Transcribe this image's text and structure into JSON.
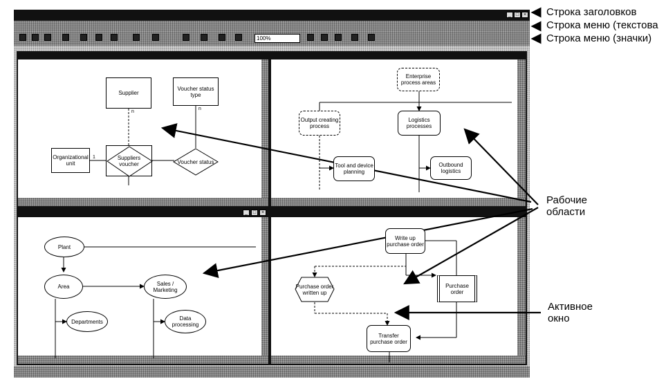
{
  "annotations": {
    "title_bar": "Строка заголовков",
    "menu_text": "Строка меню (текстова",
    "menu_icons": "Строка меню (значки)",
    "work_areas": [
      "Рабочие",
      "области"
    ],
    "active_window": [
      "Активное",
      "окно"
    ]
  },
  "toolbar": {
    "zoom": "100%"
  },
  "window_top_left": {
    "nodes": {
      "supplier": "Supplier",
      "voucher_status_type": "Voucher status type",
      "organizational_unit": "Organizational unit",
      "suppliers_voucher": "Suppliers voucher",
      "voucher_status": "Voucher status"
    },
    "cardinalities": {
      "n1": "n",
      "n2": "n",
      "one": "1"
    }
  },
  "window_top_right": {
    "nodes": {
      "enterprise_process_areas": "Enterprise process areas",
      "output_creating_process": "Output creating process",
      "logistics_processes": "Logistics processes",
      "tool_device_planning": "Tool and device planning",
      "outbound_logistics": "Outbound logistics"
    }
  },
  "window_bottom_left": {
    "nodes": {
      "plant": "Plant",
      "area": "Area",
      "sales_marketing": "Sales / Marketing",
      "departments": "Departments",
      "data_processing": "Data processing"
    }
  },
  "window_bottom_right": {
    "nodes": {
      "write_up_purchase_order": "Write up purchase order",
      "purchase_order_written_up": "Purchase order written up",
      "purchase_order": "Purchase order",
      "transfer_purchase_order": "Transfer purchase order"
    }
  }
}
